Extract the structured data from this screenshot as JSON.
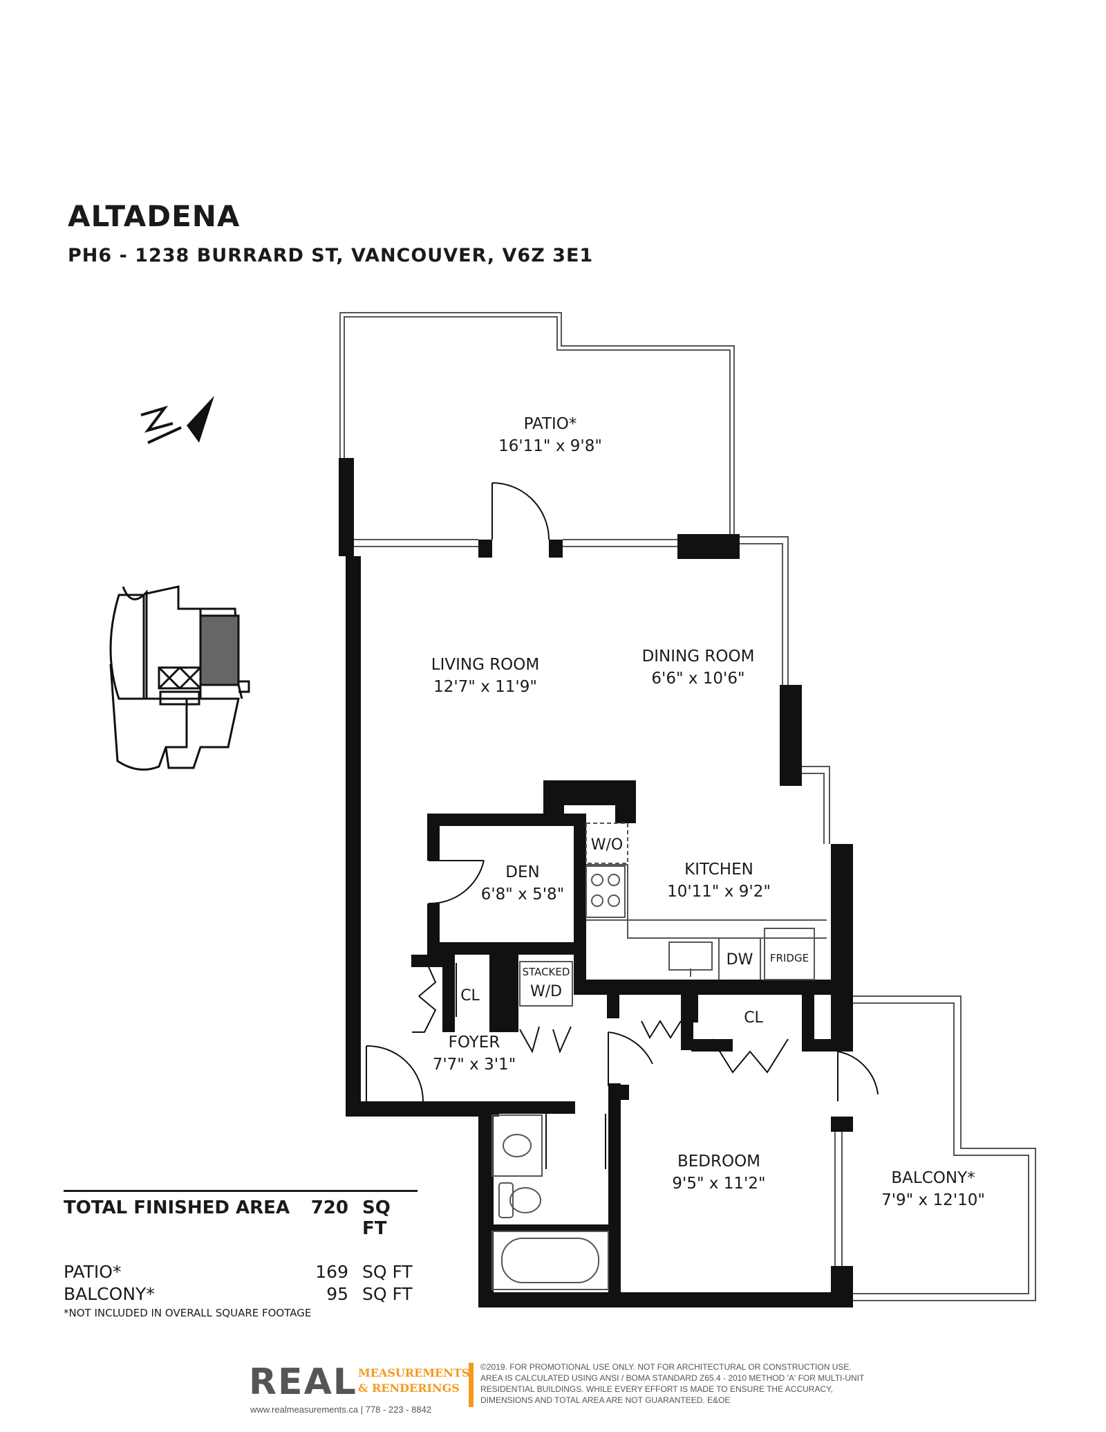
{
  "header": {
    "building": "ALTADENA",
    "address": "PH6 - 1238 BURRARD ST, VANCOUVER, V6Z 3E1"
  },
  "rooms": {
    "patio": {
      "name": "PATIO*",
      "dims": "16'11\" x 9'8\""
    },
    "living": {
      "name": "LIVING ROOM",
      "dims": "12'7\" x 11'9\""
    },
    "dining": {
      "name": "DINING ROOM",
      "dims": "6'6\" x 10'6\""
    },
    "den": {
      "name": "DEN",
      "dims": "6'8\" x 5'8\""
    },
    "kitchen": {
      "name": "KITCHEN",
      "dims": "10'11\" x 9'2\""
    },
    "foyer": {
      "name": "FOYER",
      "dims": "7'7\" x 3'1\""
    },
    "bedroom": {
      "name": "BEDROOM",
      "dims": "9'5\" x 11'2\""
    },
    "balcony": {
      "name": "BALCONY*",
      "dims": "7'9\" x 12'10\""
    }
  },
  "fixtures": {
    "wo": "W/O",
    "closet_foyer": "CL",
    "closet_bedroom": "CL",
    "stacked": "STACKED",
    "wd": "W/D",
    "dw": "DW",
    "fridge": "FRIDGE"
  },
  "areas": {
    "total_label": "TOTAL FINISHED AREA",
    "total_value": "720",
    "total_unit": "SQ FT",
    "rows": [
      {
        "label": "PATIO*",
        "value": "169",
        "unit": "SQ FT"
      },
      {
        "label": "BALCONY*",
        "value": "95",
        "unit": "SQ FT"
      }
    ],
    "note": "*NOT INCLUDED IN OVERALL SQUARE FOOTAGE"
  },
  "footer": {
    "logo": "REAL",
    "logo_line1": "MEASUREMENTS",
    "logo_line2": "& RENDERINGS",
    "web": "www.realmeasurements.ca | 778 - 223 - 8842",
    "disclaimer": "©2019. FOR PROMOTIONAL USE ONLY. NOT FOR ARCHITECTURAL OR CONSTRUCTION USE. AREA IS CALCULATED USING ANSI / BOMA STANDARD Z65.4 - 2010 METHOD 'A' FOR MULTI-UNIT RESIDENTIAL BUILDINGS. WHILE EVERY EFFORT IS MADE TO ENSURE THE ACCURACY, DIMENSIONS AND TOTAL AREA ARE NOT GUARANTEED. E&OE"
  },
  "colors": {
    "wall": "#111111",
    "accent": "#f29a1d",
    "unit_highlight": "#666666"
  },
  "icons": [
    "north-arrow-icon",
    "building-keyplan-icon",
    "sink-icon",
    "stove-icon",
    "toilet-icon",
    "bathtub-icon"
  ]
}
